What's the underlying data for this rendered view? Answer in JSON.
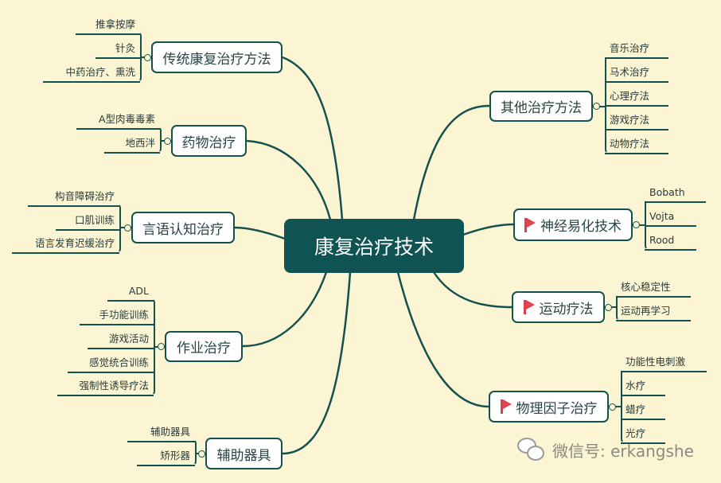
{
  "center": "康复治疗技术",
  "branches": [
    {
      "label": "传统康复治疗方法",
      "flag": false,
      "children": [
        "推拿按摩",
        "针灸",
        "中药治疗、熏洗"
      ]
    },
    {
      "label": "药物治疗",
      "flag": false,
      "children": [
        "A型肉毒毒素",
        "地西泮"
      ]
    },
    {
      "label": "言语认知治疗",
      "flag": false,
      "children": [
        "构音障碍治疗",
        "口肌训练",
        "语言发育迟缓治疗"
      ]
    },
    {
      "label": "作业治疗",
      "flag": false,
      "children": [
        "ADL",
        "手功能训练",
        "游戏活动",
        "感觉统合训练",
        "强制性诱导疗法"
      ]
    },
    {
      "label": "辅助器具",
      "flag": false,
      "children": [
        "辅助器具",
        "矫形器"
      ]
    },
    {
      "label": "其他治疗方法",
      "flag": false,
      "children": [
        "音乐治疗",
        "马术治疗",
        "心理疗法",
        "游戏疗法",
        "动物疗法"
      ]
    },
    {
      "label": "神经易化技术",
      "flag": true,
      "children": [
        "Bobath",
        "Vojta",
        "Rood"
      ]
    },
    {
      "label": "运动疗法",
      "flag": true,
      "children": [
        "核心稳定性",
        "运动再学习"
      ]
    },
    {
      "label": "物理因子治疗",
      "flag": true,
      "children": [
        "功能性电刺激",
        "水疗",
        "蜡疗",
        "光疗"
      ]
    }
  ],
  "watermark": "微信号: erkangshe",
  "colors": {
    "background": "#fbf5d3",
    "theme": "#0f5352",
    "flag": "#e0454f"
  }
}
